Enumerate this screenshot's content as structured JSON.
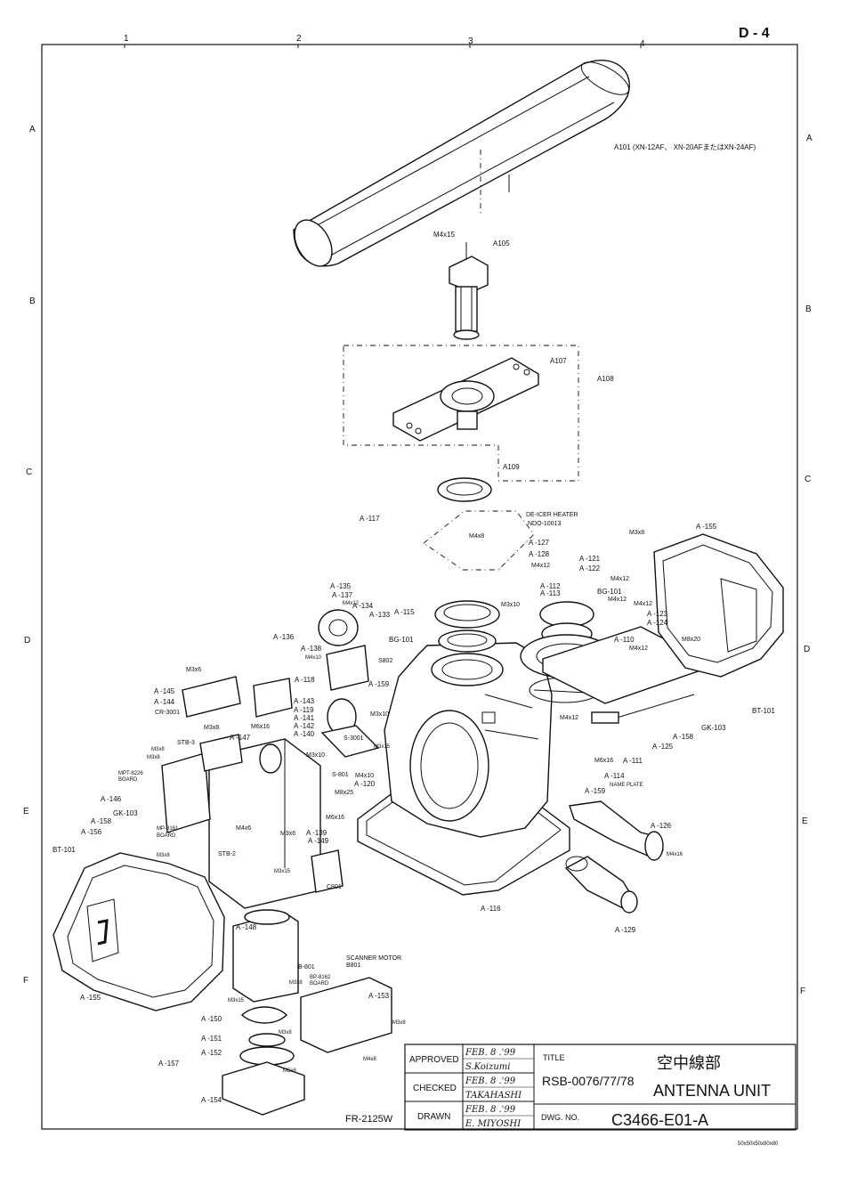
{
  "page_id": "D - 4",
  "grid": {
    "columns": [
      "1",
      "2",
      "3",
      "4"
    ],
    "rows": [
      "A",
      "B",
      "C",
      "D",
      "E",
      "F"
    ]
  },
  "labels": {
    "a101": "A101 (XN-12AF、 XN-20AFまたはXN-24AF)",
    "m4x15": "M4x15",
    "a105": "A105",
    "a107": "A107",
    "a108": "A108",
    "a109": "A109",
    "a117": "A -117",
    "deicer": "DE-ICER HEATER",
    "ndo": "NDO-10013",
    "m4x8a": "M4x8",
    "a127": "A -127",
    "a128": "A -128",
    "m4x12a": "M4x12",
    "a155r": "A -155",
    "m3x8a": "M3x8",
    "a121": "A -121",
    "a122": "A -122",
    "m4x12b": "M4x12",
    "a112": "A -112",
    "a113": "A -113",
    "bg101a": "BG-101",
    "m3x10a": "M3x10",
    "m4x12c": "M4x12",
    "m4x12d": "M4x12",
    "a123": "A -123",
    "a124": "A -124",
    "a135": "A -135",
    "a137": "A -137",
    "m4x12e": "M4x12",
    "a134": "A -134",
    "a133": "A -133",
    "a115": "A -115",
    "a136": "A -136",
    "a138": "A -138",
    "m4x10a": "M4x10",
    "bg101b": "BG-101",
    "s802": "S802",
    "a110": "A -110",
    "m4x12f": "M4x12",
    "m8x20": "M8x20",
    "a118": "A -118",
    "a159a": "A -159",
    "m3x6": "M3x6",
    "a145": "A -145",
    "a144": "A -144",
    "cr3001": "CR-3001",
    "a143": "A -143",
    "a119": "A -119",
    "a141": "A -141",
    "a142": "A -142",
    "a140": "A -140",
    "m3x10b": "M3x10",
    "m3x8b": "M3x8",
    "m6x16a": "M6x16",
    "a147": "A -147",
    "s3001": "S-3001",
    "m3x15a": "M3x15",
    "bt101r": "BT-101",
    "gk103r": "GK-103",
    "a158r": "A -158",
    "a125": "A -125",
    "m4x12g": "M4x12",
    "a111": "A -111",
    "m6x16b": "M6x16",
    "stb3": "STB-3",
    "m3x10c": "M3x10",
    "s801": "S-801",
    "m4x10b": "M4x10",
    "a120": "A -120",
    "a114": "A -114",
    "name_plate": "NAME  PLATE",
    "a159b": "A -159",
    "m3x8c": "M3x8",
    "m3x8d": "M3x8",
    "mpt8226": "MPT-8226",
    "board1": "BOARD",
    "m8x25": "M8x25",
    "a146": "A -146",
    "gk103l": "GK-103",
    "a156": "A -156",
    "a158l": "A -158",
    "mp8161": "MP-8161",
    "board2": "BOARD",
    "m6x16c": "M6x16",
    "m4x6": "M4x6",
    "m3x6b": "M3x6",
    "a139": "A -139",
    "a149": "A -149",
    "a126": "A -126",
    "m4x16": "M4x16",
    "bt101l": "BT-101",
    "m3x8e": "M3x8",
    "stb2": "STB-2",
    "m3x15b": "M3x15",
    "c801": "C801",
    "a116": "A -116",
    "a129": "A -129",
    "a148": "A -148",
    "scanner_motor": "SCANNER MOTOR",
    "b801_ref": "B801",
    "b801": "B-801",
    "m3x8f": "M3x8",
    "bp8162": "BP-8162",
    "board3": "BOARD",
    "a155l": "A -155",
    "a153": "A -153",
    "m3x15c": "M3x15",
    "a150": "A -150",
    "m3x8g": "M3x8",
    "m3x8h": "M3x8",
    "a151": "A -151",
    "a152": "A -152",
    "m5x8": "M5x8",
    "m4x8b": "M4x8",
    "a157": "A -157",
    "a154": "A -154",
    "fr2125w": "FR-2125W"
  },
  "title_block": {
    "approved_label": "APPROVED",
    "approved_date": "FEB. 8 .'99",
    "approved_name": "S.Koizumi",
    "checked_label": "CHECKED",
    "checked_date": "FEB. 8 .'99",
    "checked_name": "TAKAHASHI",
    "drawn_label": "DRAWN",
    "drawn_date": "FEB. 8 .'99",
    "drawn_name": "E. MIYOSHI",
    "title_label": "TITLE",
    "title_jp": "空中線部",
    "model": "RSB-0076/77/78",
    "title_en": "ANTENNA UNIT",
    "dwg_label": "DWG. NO.",
    "dwg_no": "C3466-E01-A"
  },
  "footer_code": "50x50x50x80x80"
}
